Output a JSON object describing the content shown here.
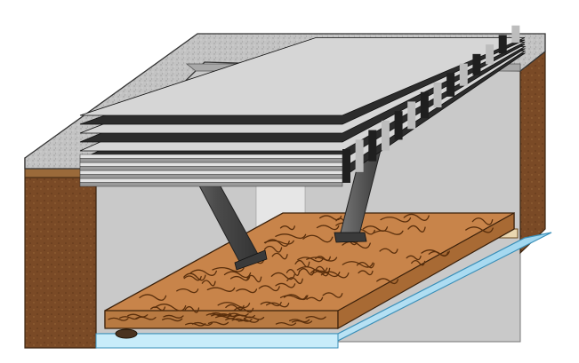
{
  "diagram": {
    "kind": "cutaway illustration",
    "parts": [
      "concrete-slab-cover",
      "timber-beam-stack",
      "inclined-prop-left",
      "inclined-prop-right",
      "wooden-raft-floor",
      "glass-water-layer",
      "soil-wall-left",
      "soil-wall-right",
      "concrete-back-wall",
      "bottom-left-bearing-pad"
    ],
    "colors": {
      "concrete": "#bdbdbd",
      "concrete_dark": "#8c8c8c",
      "soil": "#7a4a26",
      "soil_light": "#9a6a3a",
      "wood": "#c8844a",
      "wood_dark": "#6b3a12",
      "beam_dark": "#2c2c2c",
      "beam_light": "#cfcfcf",
      "prop": "#555555",
      "water": "#bfe6f7",
      "back_wall": "#c9c9c9"
    },
    "beam_count": 8
  }
}
